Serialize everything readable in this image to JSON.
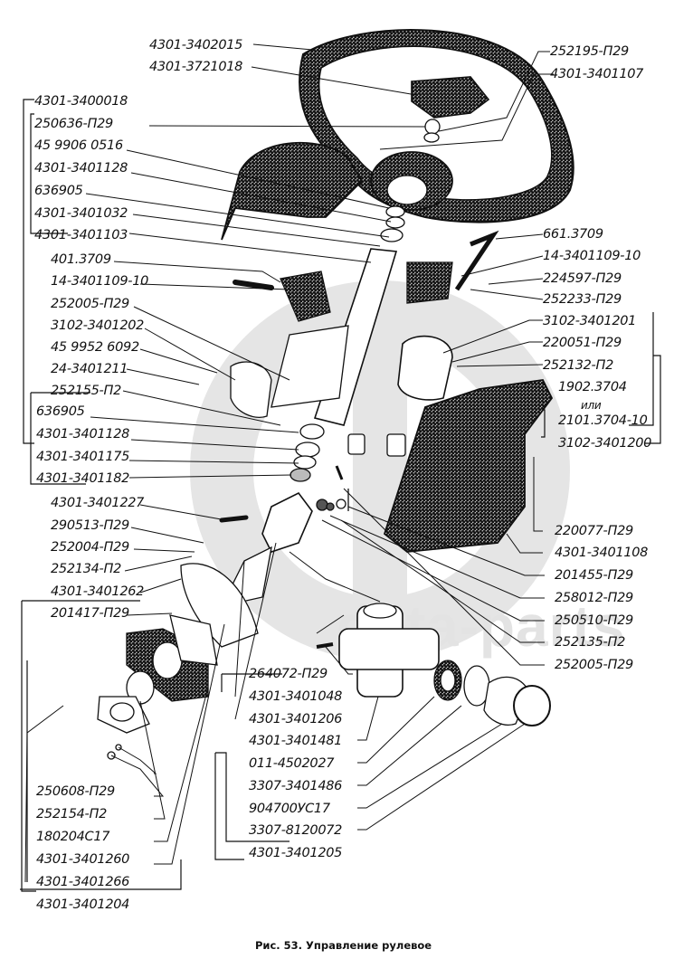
{
  "figure": {
    "caption": "Рис. 53. Управление рулевое",
    "watermark": "data-parts",
    "or_word": "или"
  },
  "labels_left": {
    "steering_wheel": "4301-3402015",
    "horn_button": "4301-3721018",
    "group_3400018": "4301-3400018",
    "nut_250636": "250636-П29",
    "bearing_459906": "45 9906 0516",
    "ring_128_top": "4301-3401128",
    "ring_636905_top": "636905",
    "part_3401032": "4301-3401032",
    "part_3401103": "4301-3401103",
    "switch_401": "401.3709",
    "lever_14_left": "14-3401109-10",
    "washer_252005_left": "252005-П29",
    "bracket_3102_202": "3102-3401202",
    "bolt_459952": "45  9952  6092",
    "clamp_24": "24-3401211",
    "washer_252155": "252155-П2",
    "ring_636905_bottom": "636905",
    "ring_128_bottom": "4301-3401128",
    "part_3401175": "4301-3401175",
    "part_3401182": "4301-3401182",
    "part_3401227": "4301-3401227",
    "bolt_290513": "290513-П29",
    "washer_252004": "252004-П29",
    "washer_252134": "252134-П2",
    "gasket_3401262": "4301-3401262",
    "bolt_201417": "201417-П29",
    "nut_250608": "250608-П29",
    "washer_252154": "252154-П2",
    "bearing_180204": "180204С17",
    "flange_3401260": "4301-3401260",
    "plate_3401266": "4301-3401266",
    "group_3401204": "4301-3401204"
  },
  "labels_center": {
    "plug_264072": "264072-П29",
    "shaft_3401048": "4301-3401048",
    "shaft_3401206": "4301-3401206",
    "joint_3401481": "4301-3401481",
    "cross_011": "011-4502027",
    "seal_3307_486": "3307-3401486",
    "bearing_904700": "904700УС17",
    "ring_3307_8120072": "3307-8120072",
    "group_3401205": "4301-3401205"
  },
  "labels_right": {
    "nut_252195": "252195-П29",
    "hub_3401107": "4301-3401107",
    "switch_661": "661.3709",
    "lever_14_right": "14-3401109-10",
    "screw_224597": "224597-П29",
    "washer_252233": "252233-П29",
    "bracket_3102_201": "3102-3401201",
    "screw_220051": "220051-П29",
    "washer_252132": "252132-П2",
    "lock_1902": "1902.3704",
    "lock_2101": "2101.3704-10",
    "group_3102_200": "3102-3401200",
    "screw_220077": "220077-П29",
    "cover_3401108": "4301-3401108",
    "bolt_201455": "201455-П29",
    "washer_258012": "258012-П29",
    "nut_250510": "250510-П29",
    "washer_252135": "252135-П2",
    "washer_252005_right": "252005-П29"
  },
  "colors": {
    "ink": "#111111",
    "paper": "#ffffff",
    "watermark": "#e3e3e3",
    "shading": "#8a8a8a"
  }
}
